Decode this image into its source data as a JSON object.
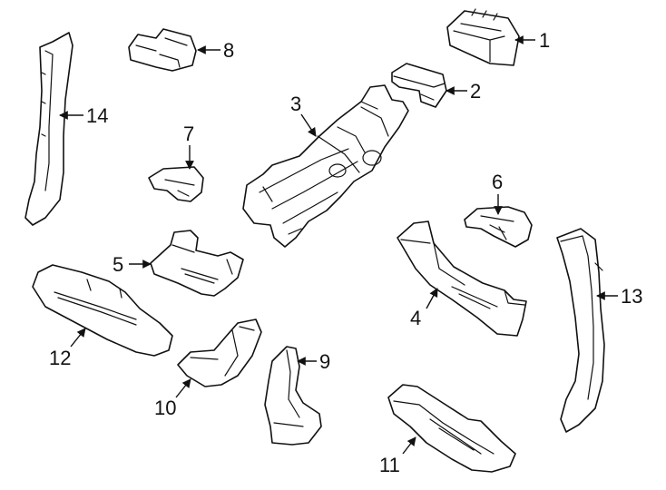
{
  "callouts": [
    {
      "id": "1",
      "label": "1"
    },
    {
      "id": "2",
      "label": "2"
    },
    {
      "id": "3",
      "label": "3"
    },
    {
      "id": "4",
      "label": "4"
    },
    {
      "id": "5",
      "label": "5"
    },
    {
      "id": "6",
      "label": "6"
    },
    {
      "id": "7",
      "label": "7"
    },
    {
      "id": "8",
      "label": "8"
    },
    {
      "id": "9",
      "label": "9"
    },
    {
      "id": "10",
      "label": "10"
    },
    {
      "id": "11",
      "label": "11"
    },
    {
      "id": "12",
      "label": "12"
    },
    {
      "id": "13",
      "label": "13"
    },
    {
      "id": "14",
      "label": "14"
    }
  ],
  "colors": {
    "line": "#111111",
    "background": "#ffffff"
  }
}
